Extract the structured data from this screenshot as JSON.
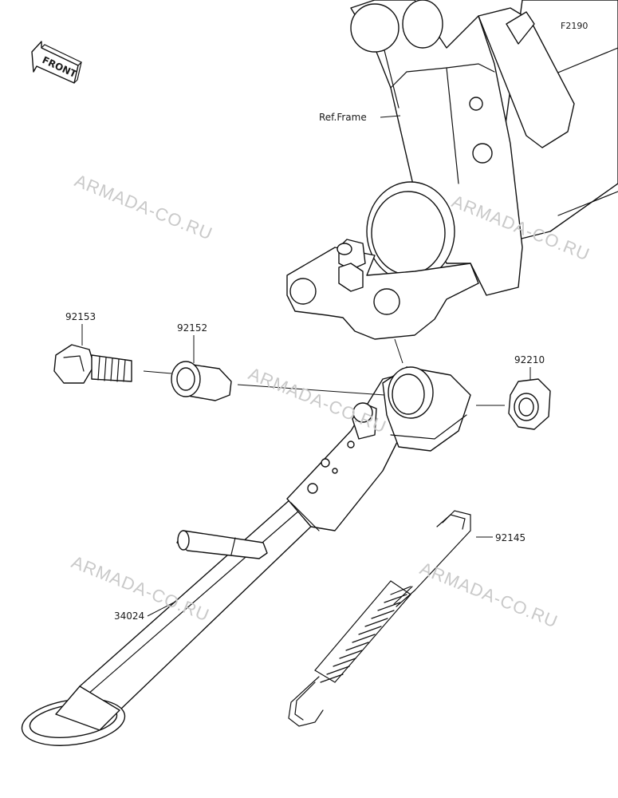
{
  "figure_code": "F2190",
  "front_label": "FRONT",
  "watermark": "ARMADA-CO.RU",
  "ref_frame_label": "Ref.Frame",
  "parts": {
    "bolt": "92153",
    "collar": "92152",
    "nut": "92210",
    "spring": "92145",
    "stand": "34024"
  }
}
